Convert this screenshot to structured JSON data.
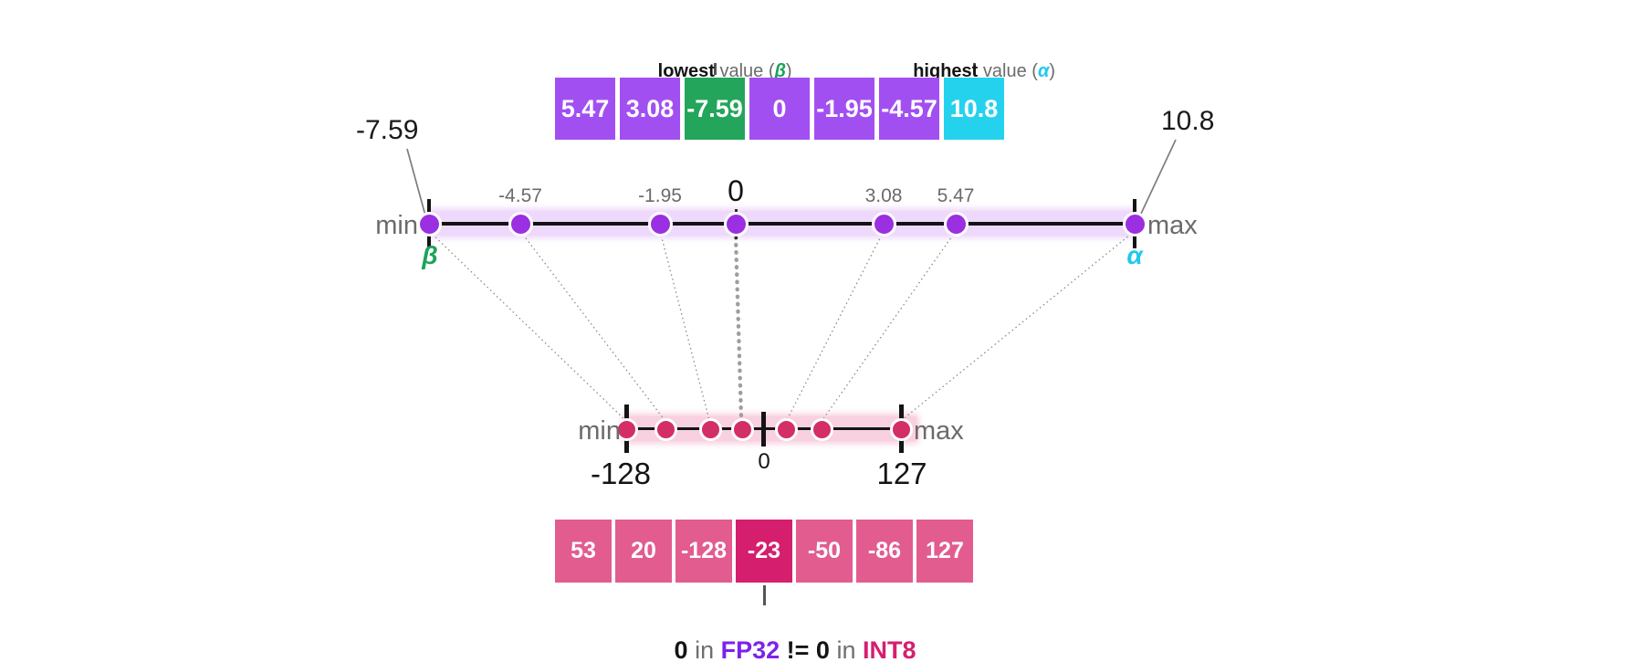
{
  "colors": {
    "purple_cell": "#a24ff2",
    "green_cell": "#23a55b",
    "cyan_cell": "#25d2ee",
    "purple_band": "#eed9fc",
    "purple_dot": "#9b2fe2",
    "pink_cell": "#e25c90",
    "pink_cell_dark": "#d61e6e",
    "pink_band": "#f8d0e0",
    "pink_dot": "#d42e66",
    "beta_green": "#1ca35a",
    "alpha_cyan": "#1fc9ea",
    "fp32_text": "#7c22ea",
    "int8_text": "#d61e6e",
    "gray_text": "#6b6b6b",
    "black_text": "#141414"
  },
  "top_row": {
    "cells": [
      "5.47",
      "3.08",
      "-7.59",
      "0",
      "-1.95",
      "-4.57",
      "10.8"
    ]
  },
  "bottom_row": {
    "cells": [
      "53",
      "20",
      "-128",
      "-23",
      "-50",
      "-86",
      "127"
    ]
  },
  "top_annotations": {
    "lowest": {
      "bold": "lowest",
      "pre": " value (",
      "symbol": "β",
      "post": ")"
    },
    "highest": {
      "bold": "highest",
      "pre": " value (",
      "symbol": "α",
      "post": ")"
    }
  },
  "fp32_line": {
    "min_label": "min",
    "max_label": "max",
    "min_callout": "-7.59",
    "max_callout": "10.8",
    "beta_symbol": "β",
    "alpha_symbol": "α",
    "tick_labels": [
      "-4.57",
      "-1.95",
      "0",
      "3.08",
      "5.47"
    ]
  },
  "int8_line": {
    "min_label": "min",
    "max_label": "max",
    "min_value": "-128",
    "max_value": "127",
    "zero_label": "0"
  },
  "caption": {
    "zero1": "0",
    "in1": " in ",
    "fp32": "FP32",
    "neq": " != ",
    "zero2": "0",
    "in2": " in ",
    "int8": "INT8"
  },
  "mapping": {
    "fp32_values": [
      5.47,
      3.08,
      -7.59,
      0,
      -1.95,
      -4.57,
      10.8
    ],
    "int8_values": [
      53,
      20,
      -128,
      -23,
      -50,
      -86,
      127
    ],
    "fp32_range": [
      -7.59,
      10.8
    ],
    "int8_range": [
      -128,
      127
    ],
    "fp32_zero_maps_to_int8": -23
  }
}
